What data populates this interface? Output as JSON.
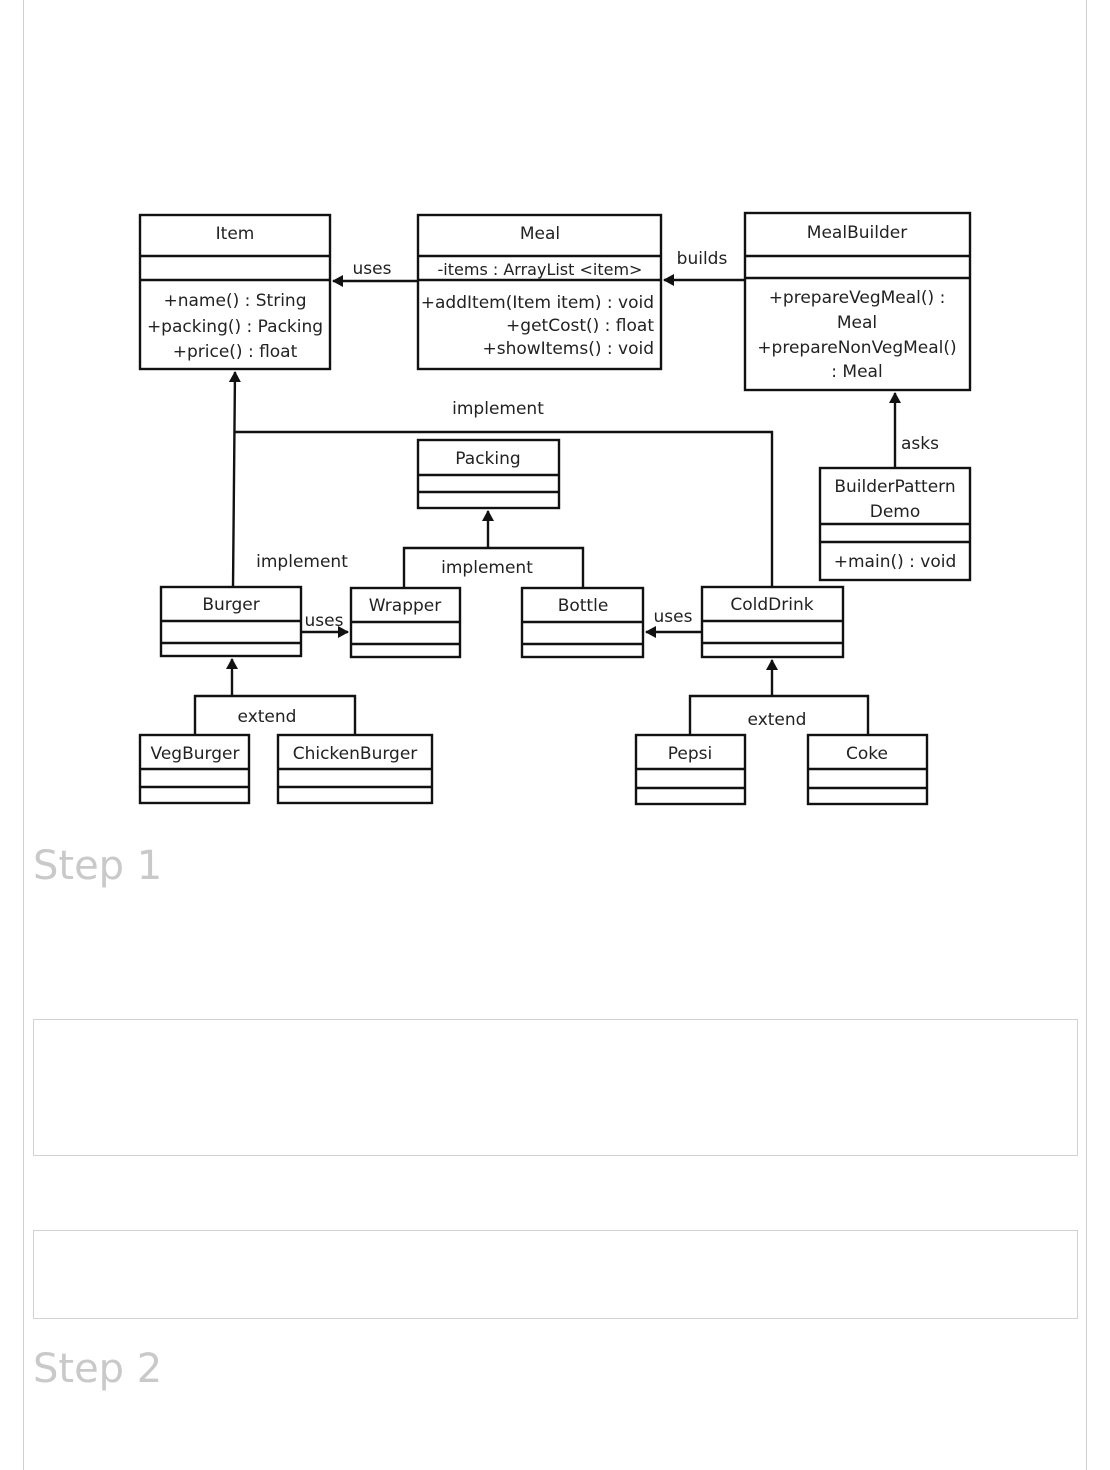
{
  "diagram": {
    "classes": {
      "item": {
        "name": "Item",
        "methods": [
          "+name() : String",
          "+packing() : Packing",
          "+price() : float"
        ]
      },
      "meal": {
        "name": "Meal",
        "attributes": [
          "-items : ArrayList <item>"
        ],
        "methods": [
          "+addItem(Item item) : void",
          "+getCost() : float",
          "+showItems() : void"
        ]
      },
      "meal_builder": {
        "name": "MealBuilder",
        "methods": [
          "+prepareVegMeal() :",
          "Meal",
          "+prepareNonVegMeal()",
          ": Meal"
        ]
      },
      "builder_demo": {
        "name_lines": [
          "BuilderPattern",
          "Demo"
        ],
        "methods": [
          "+main() : void"
        ]
      },
      "packing": {
        "name": "Packing"
      },
      "burger": {
        "name": "Burger"
      },
      "wrapper": {
        "name": "Wrapper"
      },
      "bottle": {
        "name": "Bottle"
      },
      "cold_drink": {
        "name": "ColdDrink"
      },
      "veg_burger": {
        "name": "VegBurger"
      },
      "chicken_burger": {
        "name": "ChickenBurger"
      },
      "pepsi": {
        "name": "Pepsi"
      },
      "coke": {
        "name": "Coke"
      }
    },
    "relations": {
      "meal_uses_item": "uses",
      "builder_builds_meal": "builds",
      "demo_asks_builder": "asks",
      "implement_item": "implement",
      "implement_burger": "implement",
      "implement_packing": "implement",
      "burger_uses_wrapper": "uses",
      "colddrink_uses_bottle": "uses",
      "extend_burger": "extend",
      "extend_colddrink": "extend"
    }
  },
  "steps": [
    "Step 1",
    "Step 2"
  ]
}
